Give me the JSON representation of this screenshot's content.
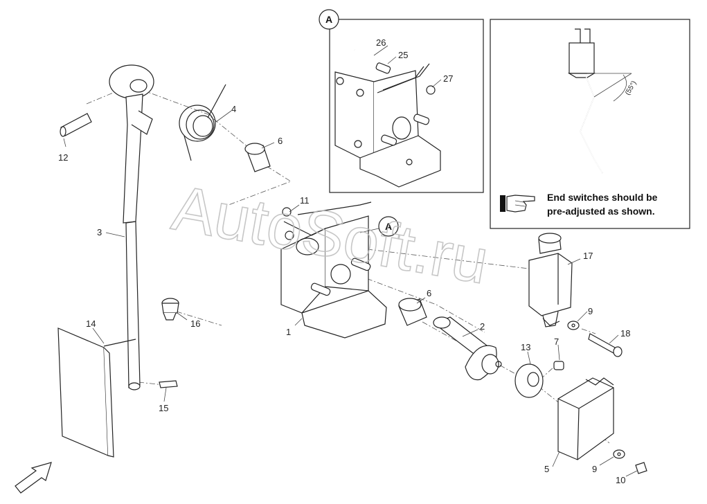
{
  "detail_callout": "A",
  "note": {
    "line1": "End switches should be",
    "line2": "pre-adjusted as shown.",
    "angle": "(55°)"
  },
  "watermark": "AutoSoft.ru",
  "part_labels": {
    "p1": "1",
    "p2": "2",
    "p3": "3",
    "p4": "4",
    "p5": "5",
    "p6a": "6",
    "p6b": "6",
    "p7": "7",
    "p9a": "9",
    "p9b": "9",
    "p10": "10",
    "p11": "11",
    "p12": "12",
    "p13": "13",
    "p14": "14",
    "p15": "15",
    "p16": "16",
    "p17": "17",
    "p18": "18",
    "p25": "25",
    "p26": "26",
    "p27": "27"
  }
}
